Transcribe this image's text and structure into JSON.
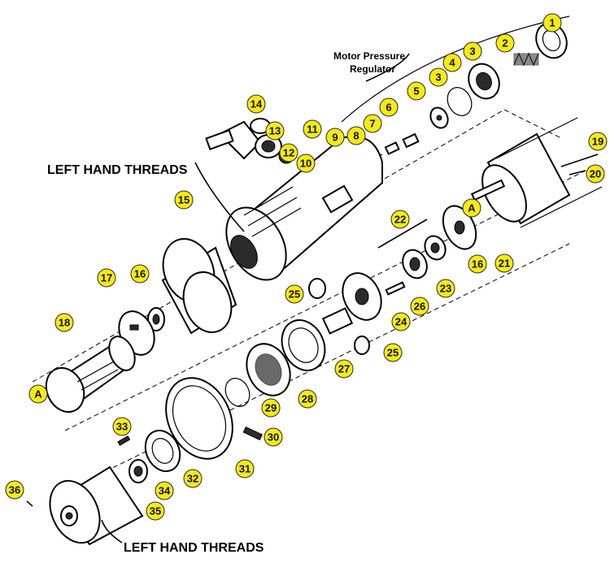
{
  "labels": {
    "left_hand_threads_top": "LEFT HAND THREADS",
    "left_hand_threads_bottom": "LEFT HAND THREADS",
    "motor_pressure_line1": "Motor Pressure",
    "motor_pressure_line2": "Regulator"
  },
  "callouts": [
    "1",
    "2",
    "3",
    "3",
    "4",
    "5",
    "6",
    "7",
    "8",
    "9",
    "10",
    "11",
    "12",
    "13",
    "14",
    "15",
    "16",
    "16",
    "17",
    "18",
    "19",
    "20",
    "21",
    "22",
    "23",
    "24",
    "25",
    "25",
    "26",
    "27",
    "28",
    "29",
    "30",
    "31",
    "32",
    "33",
    "34",
    "35",
    "36",
    "A",
    "A"
  ],
  "colors": {
    "callout_fill": "#f5ea14",
    "ink": "#000000",
    "background": "#ffffff"
  }
}
